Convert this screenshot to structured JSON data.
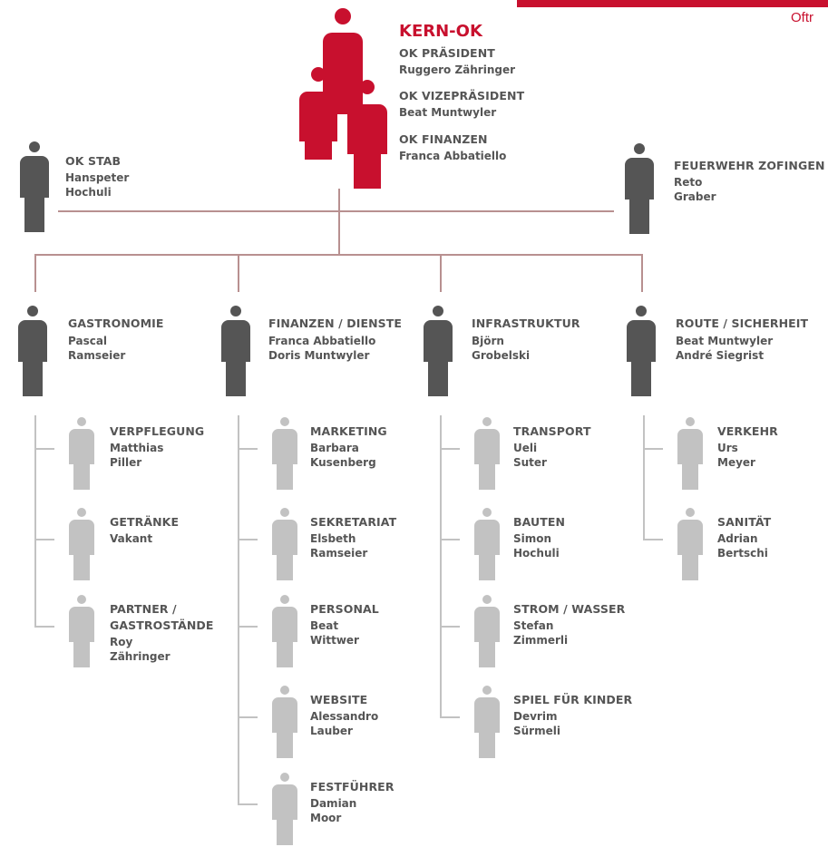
{
  "corner": {
    "text": "Oftr"
  },
  "core": {
    "title": "KERN-OK",
    "roles": [
      {
        "role": "OK PRÄSIDENT",
        "name": "Ruggero Zähringer"
      },
      {
        "role": "OK VIZEPRÄSIDENT",
        "name": "Beat Muntwyler"
      },
      {
        "role": "OK FINANZEN",
        "name": "Franca Abbatiello"
      }
    ]
  },
  "staff": {
    "title": "OK STAB",
    "lines": [
      "Hanspeter",
      "Hochuli"
    ]
  },
  "fire": {
    "title": "FEUERWEHR ZOFINGEN",
    "lines": [
      "Reto",
      "Graber"
    ]
  },
  "departments": [
    {
      "title": "GASTRONOMIE",
      "lines": [
        "Pascal",
        "Ramseier"
      ],
      "subs": [
        {
          "title": "VERPFLEGUNG",
          "lines": [
            "Matthias",
            "Piller"
          ]
        },
        {
          "title": "GETRÄNKE",
          "lines": [
            "Vakant"
          ]
        },
        {
          "title": "PARTNER /\nGASTROSTÄNDE",
          "lines": [
            "Roy",
            "Zähringer"
          ]
        }
      ]
    },
    {
      "title": "FINANZEN / DIENSTE",
      "lines": [
        "Franca Abbatiello",
        "Doris Muntwyler"
      ],
      "subs": [
        {
          "title": "MARKETING",
          "lines": [
            "Barbara",
            "Kusenberg"
          ]
        },
        {
          "title": "SEKRETARIAT",
          "lines": [
            "Elsbeth",
            "Ramseier"
          ]
        },
        {
          "title": "PERSONAL",
          "lines": [
            "Beat",
            "Wittwer"
          ]
        },
        {
          "title": "WEBSITE",
          "lines": [
            "Alessandro",
            "Lauber"
          ]
        },
        {
          "title": "FESTFÜHRER",
          "lines": [
            "Damian",
            "Moor"
          ]
        }
      ]
    },
    {
      "title": "INFRASTRUKTUR",
      "lines": [
        "Björn",
        "Grobelski"
      ],
      "subs": [
        {
          "title": "TRANSPORT",
          "lines": [
            "Ueli",
            "Suter"
          ]
        },
        {
          "title": "BAUTEN",
          "lines": [
            "Simon",
            "Hochuli"
          ]
        },
        {
          "title": "STROM / WASSER",
          "lines": [
            "Stefan",
            "Zimmerli"
          ]
        },
        {
          "title": "SPIEL FÜR KINDER",
          "lines": [
            "Devrim",
            "Sürmeli"
          ]
        }
      ]
    },
    {
      "title": "ROUTE / SICHERHEIT",
      "lines": [
        "Beat Muntwyler",
        "André Siegrist"
      ],
      "subs": [
        {
          "title": "VERKEHR",
          "lines": [
            "Urs",
            "Meyer"
          ]
        },
        {
          "title": "SANITÄT",
          "lines": [
            "Adrian",
            "Bertschi"
          ]
        }
      ]
    }
  ],
  "colors": {
    "accent": "#c8102e",
    "dark": "#555555",
    "light": "#c2c2c2",
    "connector": "#b89090"
  }
}
